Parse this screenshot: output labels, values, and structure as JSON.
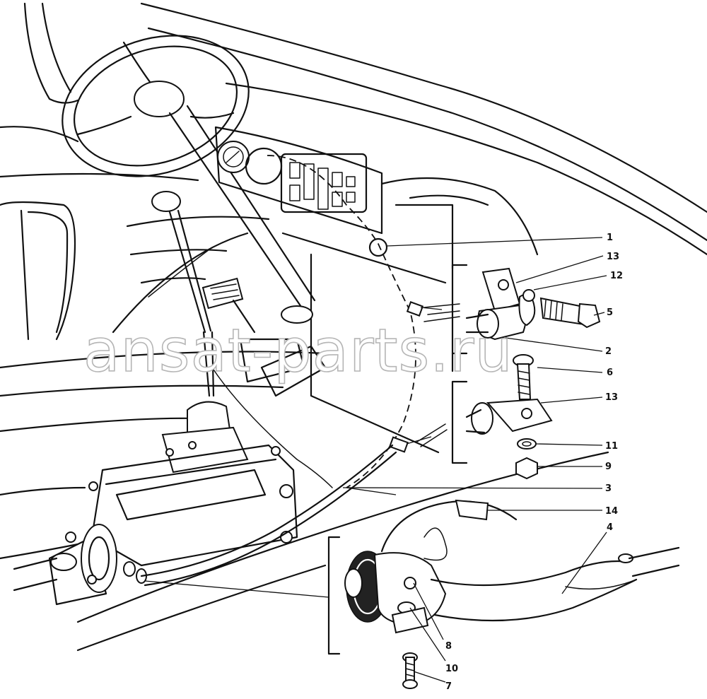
{
  "watermark": "ansat-parts.ru",
  "callouts": [
    {
      "id": "1",
      "label": "1"
    },
    {
      "id": "13a",
      "label": "13"
    },
    {
      "id": "12",
      "label": "12"
    },
    {
      "id": "5",
      "label": "5"
    },
    {
      "id": "2",
      "label": "2"
    },
    {
      "id": "6",
      "label": "6"
    },
    {
      "id": "13b",
      "label": "13"
    },
    {
      "id": "11",
      "label": "11"
    },
    {
      "id": "9",
      "label": "9"
    },
    {
      "id": "3",
      "label": "3"
    },
    {
      "id": "14",
      "label": "14"
    },
    {
      "id": "4",
      "label": "4"
    },
    {
      "id": "8",
      "label": "8"
    },
    {
      "id": "10",
      "label": "10"
    },
    {
      "id": "7",
      "label": "7"
    }
  ]
}
